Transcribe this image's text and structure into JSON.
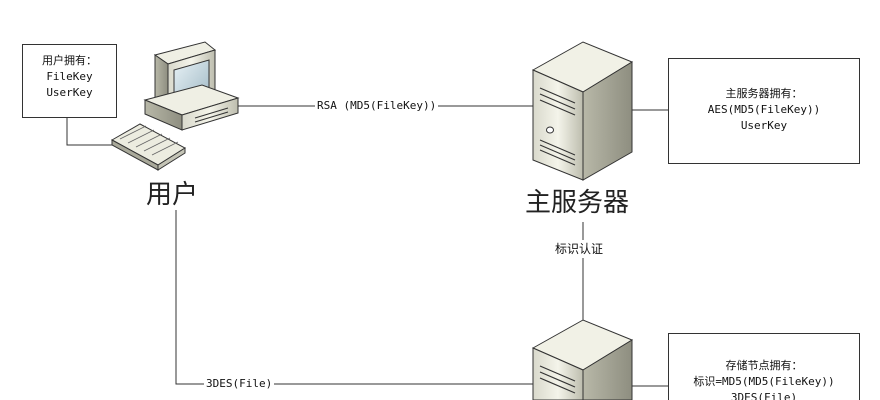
{
  "user": {
    "title": "用户",
    "box_lines": [
      "用户拥有：",
      "FileKey",
      "UserKey"
    ]
  },
  "main_server": {
    "title": "主服务器",
    "box_lines": [
      "主服务器拥有：",
      "AES(MD5(FileKey))",
      "UserKey"
    ]
  },
  "storage_node": {
    "box_lines": [
      "存储节点拥有：",
      "标识=MD5(MD5(FileKey))",
      "3DES(File)"
    ]
  },
  "edges": {
    "user_to_main": "RSA (MD5(FileKey))",
    "main_to_storage": "标识认证",
    "user_to_storage": "3DES(File)"
  },
  "icons": {
    "user_device": "desktop-computer-icon",
    "main_server": "server-tower-icon",
    "storage_node": "server-tower-icon"
  }
}
